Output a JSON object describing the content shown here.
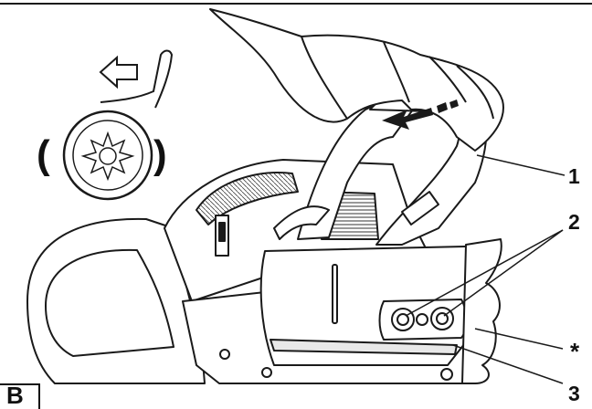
{
  "callouts": {
    "c1": "1",
    "c2": "2",
    "c3": "3",
    "star": "*"
  },
  "panel": {
    "label": "B"
  },
  "inset": {
    "bracket_left": "(",
    "bracket_right": ")"
  },
  "colors": {
    "line": "#1a1a1a",
    "fill": "#ffffff",
    "shade": "#d9d9d9",
    "dark": "#555555"
  },
  "icons": [
    "direction-arrow-icon",
    "sprocket-icon",
    "chain-brake-arrow-icon"
  ]
}
